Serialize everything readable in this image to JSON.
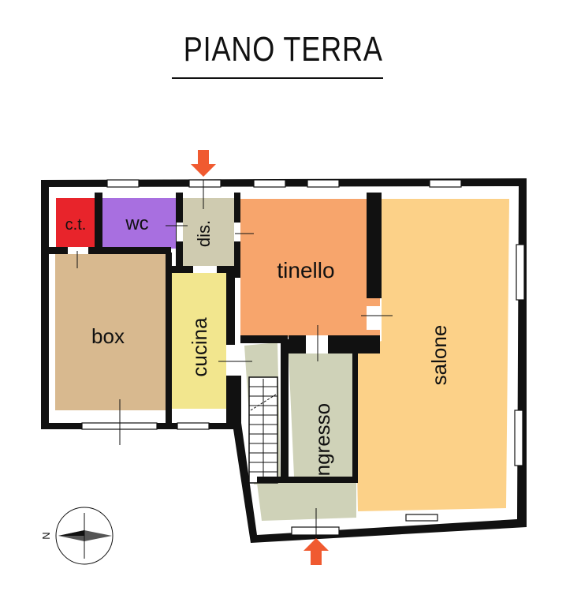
{
  "title": "PIANO TERRA",
  "rooms": {
    "ct": {
      "label": "c.t.",
      "color": "#e8242b"
    },
    "wc": {
      "label": "wc",
      "color": "#a86fe0"
    },
    "dis": {
      "label": "dis.",
      "color": "#cfcbb0"
    },
    "box": {
      "label": "box",
      "color": "#d8b98f"
    },
    "cucina": {
      "label": "cucina",
      "color": "#f2e68e"
    },
    "tinello": {
      "label": "tinello",
      "color": "#f7a56c"
    },
    "ingresso": {
      "label": "ingresso",
      "color": "#cfd2b8"
    },
    "salone": {
      "label": "salone",
      "color": "#fcd188"
    }
  },
  "compass": {
    "north_label": "N"
  },
  "colors": {
    "wall": "#111111",
    "entry_arrow": "#f05a30",
    "stairs": "#cfd2b8"
  }
}
